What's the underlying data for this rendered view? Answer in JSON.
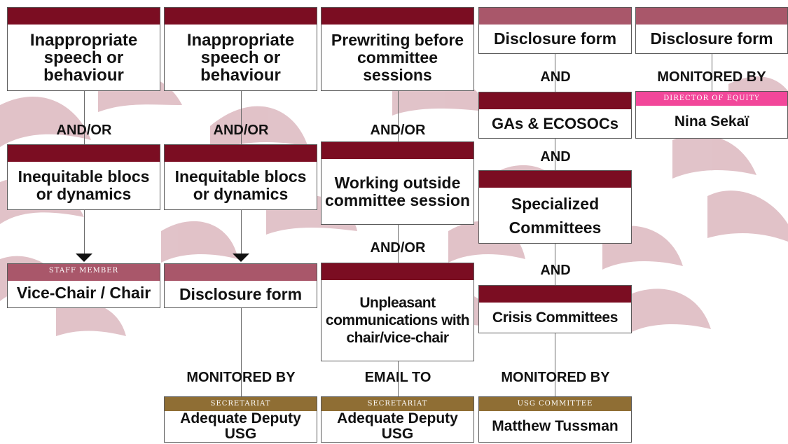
{
  "columns": [
    {
      "box1": "Inappropriate speech or behaviour",
      "connector1": "AND/OR",
      "box2": "Inequitable blocs or dynamics",
      "final": {
        "tag": "STAFF MEMBER",
        "label": "Vice-Chair / Chair"
      }
    },
    {
      "box1": "Inappropriate speech or behaviour",
      "connector1": "AND/OR",
      "box2": "Inequitable blocs or dynamics",
      "box3": "Disclosure form",
      "connector2": "MONITORED BY",
      "final": {
        "tag": "SECRETARIAT",
        "label": "Adequate Deputy USG"
      }
    },
    {
      "box1": "Prewriting before committee sessions",
      "connector1": "AND/OR",
      "box2": "Working outside committee session",
      "connector2": "AND/OR",
      "box3": "Unpleasant communications with chair/vice-chair",
      "connector3": "EMAIL TO",
      "final": {
        "tag": "SECRETARIAT",
        "label": "Adequate Deputy USG"
      }
    },
    {
      "box1": "Disclosure form",
      "connector1": "AND",
      "box2": "GAs & ECOSOCs",
      "connector2": "AND",
      "box3": "Specialized Committees",
      "connector3": "AND",
      "box4": "Crisis Committees",
      "connector4": "MONITORED BY",
      "final": {
        "tag": "USG COMMITTEE",
        "label": "Matthew Tussman"
      }
    },
    {
      "box1": "Disclosure form",
      "connector1": "MONITORED BY",
      "final": {
        "tag": "DIRECTOR OF EQUITY",
        "label": "Nina Sekaï"
      }
    }
  ],
  "colors": {
    "header_dark": "#7b0d22",
    "header_light": "#a9576a",
    "header_pink": "#f2479a",
    "header_gold": "#8f6e34",
    "watermark": "#c99aa4"
  }
}
